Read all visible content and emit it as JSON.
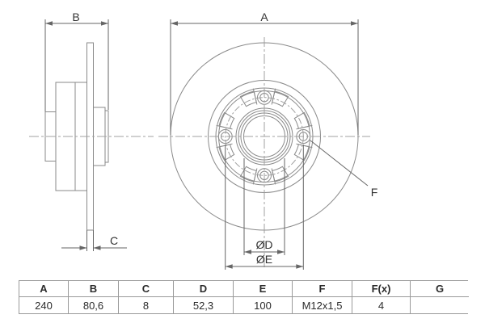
{
  "drawing": {
    "labels": {
      "outer_diameter": "A",
      "total_width": "B",
      "disc_thickness": "C",
      "centre_bore": "ØD",
      "pitch_circle": "ØE",
      "bolt_thread": "F"
    }
  },
  "table": {
    "headers": [
      "A",
      "B",
      "C",
      "D",
      "E",
      "F",
      "F(x)",
      "G"
    ],
    "values": [
      "240",
      "80,6",
      "8",
      "52,3",
      "100",
      "M12x1,5",
      "4",
      ""
    ]
  },
  "colors": {
    "line": "#8a8a8a",
    "dimension": "#666666",
    "centerline": "#a0a0a0",
    "text": "#333333",
    "table_border": "#9a9a9a"
  }
}
